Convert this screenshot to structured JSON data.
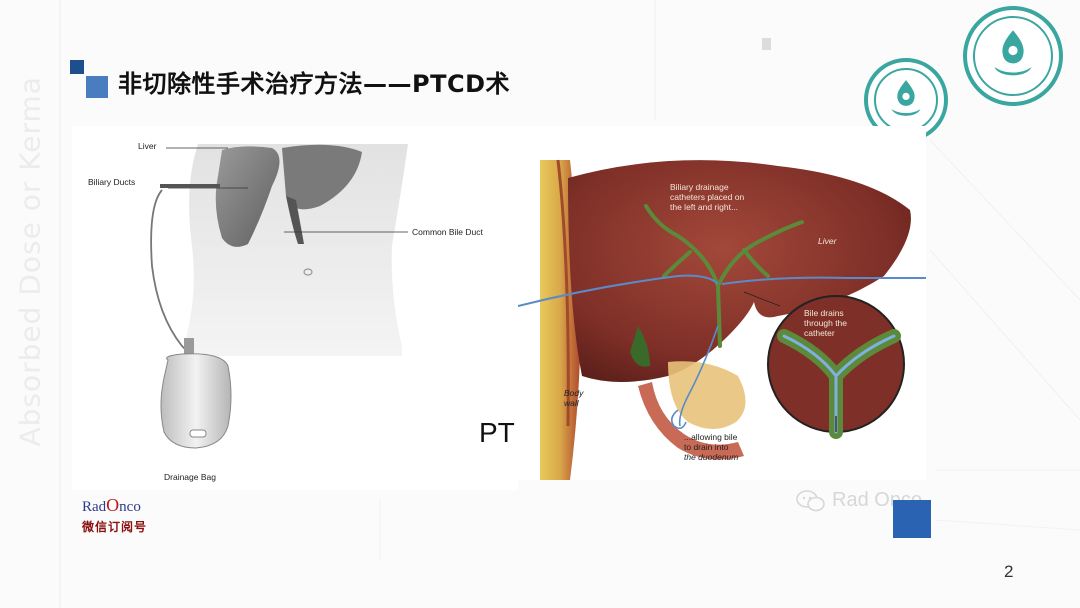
{
  "slide": {
    "title": "非切除性手术治疗方法——PTCD术",
    "page_number": "2",
    "background_watermark": "Absorbed Dose or Kerma",
    "overlap_text": "PT"
  },
  "left_figure": {
    "labels": {
      "liver": "Liver",
      "biliary_ducts": "Biliary Ducts",
      "common_bile_duct": "Common Bile Duct",
      "drainage_bag": "Drainage Bag"
    }
  },
  "right_figure": {
    "labels": {
      "catheters": [
        "Biliary drainage",
        "catheters placed on",
        "the left and right..."
      ],
      "liver": "Liver",
      "bile_drains": [
        "Bile drains",
        "through the",
        "catheter"
      ],
      "body_wall": [
        "Body",
        "wall"
      ],
      "allowing_bile": [
        "...allowing bile",
        "to drain into",
        "the duodenum"
      ]
    }
  },
  "branding": {
    "radonco_name_a": "Rad",
    "radonco_name_o": "O",
    "radonco_name_b": "nco",
    "radonco_sub": "微信订阅号",
    "wechat_watermark": "Rad Onco"
  },
  "colors": {
    "title_square_dark": "#1f4e8f",
    "title_square_light": "#4a7cc0",
    "logo_teal": "#3aa6a0",
    "blue_block": "#2b63b3",
    "liver_red": "#8b3a2f"
  }
}
